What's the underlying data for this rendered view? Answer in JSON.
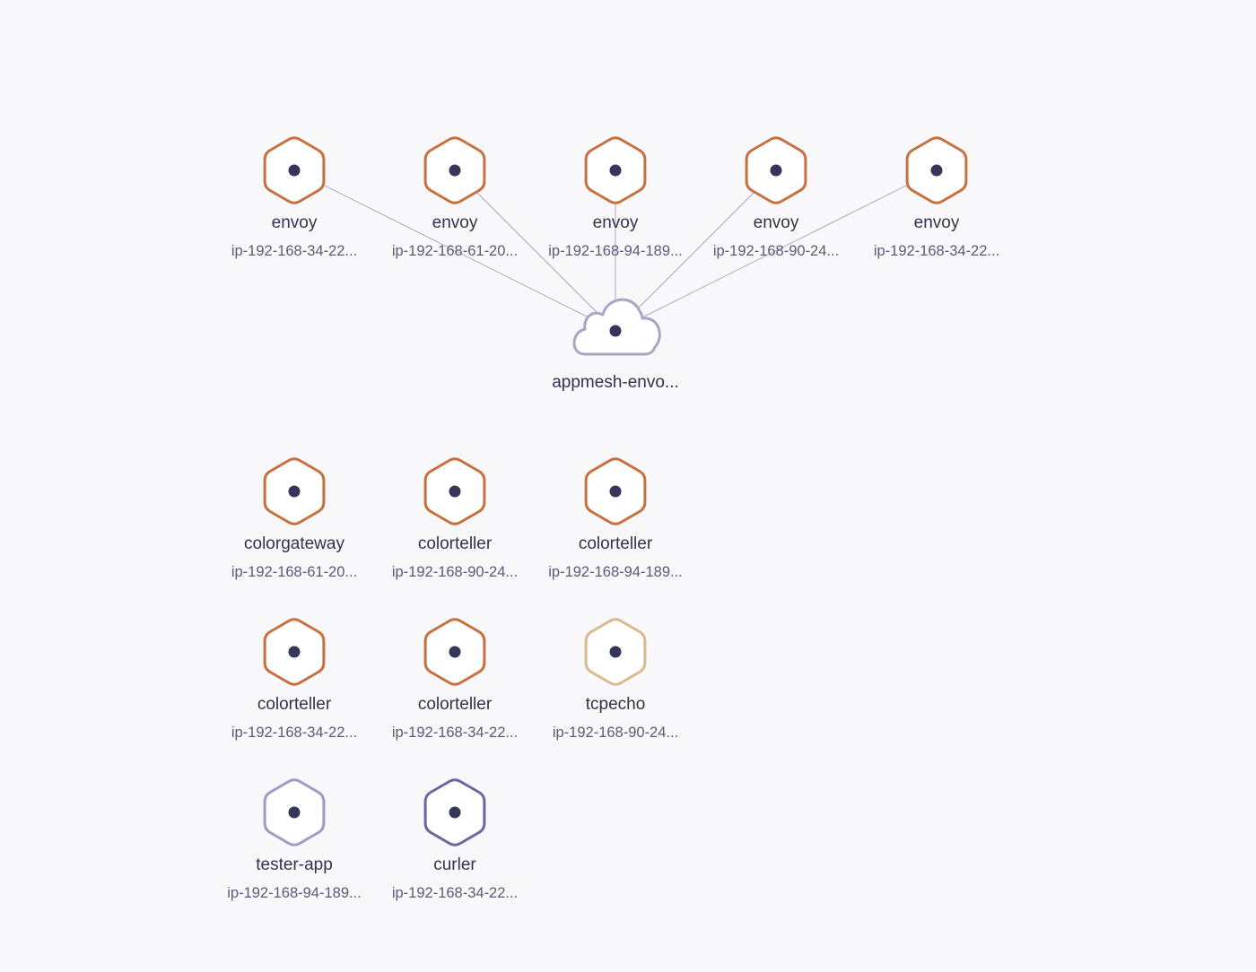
{
  "colors": {
    "background": "#f8f8fb",
    "container_orange": "#c6703f",
    "container_tan": "#d9b98e",
    "container_purple": "#6f63a0",
    "container_lavender": "#a09ac4",
    "cloud_outline": "#a7a6c3",
    "dot": "#36355a",
    "edge": "#a7a6c3"
  },
  "nodes": [
    {
      "id": "envoy-1",
      "shape": "hexagon",
      "color": "container_orange",
      "label": "envoy",
      "sublabel": "ip-192-168-34-22..."
    },
    {
      "id": "envoy-2",
      "shape": "hexagon",
      "color": "container_orange",
      "label": "envoy",
      "sublabel": "ip-192-168-61-20..."
    },
    {
      "id": "envoy-3",
      "shape": "hexagon",
      "color": "container_orange",
      "label": "envoy",
      "sublabel": "ip-192-168-94-189..."
    },
    {
      "id": "envoy-4",
      "shape": "hexagon",
      "color": "container_orange",
      "label": "envoy",
      "sublabel": "ip-192-168-90-24..."
    },
    {
      "id": "envoy-5",
      "shape": "hexagon",
      "color": "container_orange",
      "label": "envoy",
      "sublabel": "ip-192-168-34-22..."
    },
    {
      "id": "appmesh",
      "shape": "cloud",
      "color": "cloud_outline",
      "label": "appmesh-envo...",
      "sublabel": ""
    },
    {
      "id": "colorgateway",
      "shape": "hexagon",
      "color": "container_orange",
      "label": "colorgateway",
      "sublabel": "ip-192-168-61-20..."
    },
    {
      "id": "colorteller-1",
      "shape": "hexagon",
      "color": "container_orange",
      "label": "colorteller",
      "sublabel": "ip-192-168-90-24..."
    },
    {
      "id": "colorteller-2",
      "shape": "hexagon",
      "color": "container_orange",
      "label": "colorteller",
      "sublabel": "ip-192-168-94-189..."
    },
    {
      "id": "colorteller-3",
      "shape": "hexagon",
      "color": "container_orange",
      "label": "colorteller",
      "sublabel": "ip-192-168-34-22..."
    },
    {
      "id": "colorteller-4",
      "shape": "hexagon",
      "color": "container_orange",
      "label": "colorteller",
      "sublabel": "ip-192-168-34-22..."
    },
    {
      "id": "tcpecho",
      "shape": "hexagon",
      "color": "container_tan",
      "label": "tcpecho",
      "sublabel": "ip-192-168-90-24..."
    },
    {
      "id": "tester-app",
      "shape": "hexagon",
      "color": "container_lavender",
      "label": "tester-app",
      "sublabel": "ip-192-168-94-189..."
    },
    {
      "id": "curler",
      "shape": "hexagon",
      "color": "container_purple",
      "label": "curler",
      "sublabel": "ip-192-168-34-22..."
    }
  ],
  "edges": [
    {
      "from": "envoy-1",
      "to": "appmesh"
    },
    {
      "from": "envoy-2",
      "to": "appmesh"
    },
    {
      "from": "envoy-3",
      "to": "appmesh"
    },
    {
      "from": "envoy-4",
      "to": "appmesh"
    },
    {
      "from": "envoy-5",
      "to": "appmesh"
    }
  ]
}
